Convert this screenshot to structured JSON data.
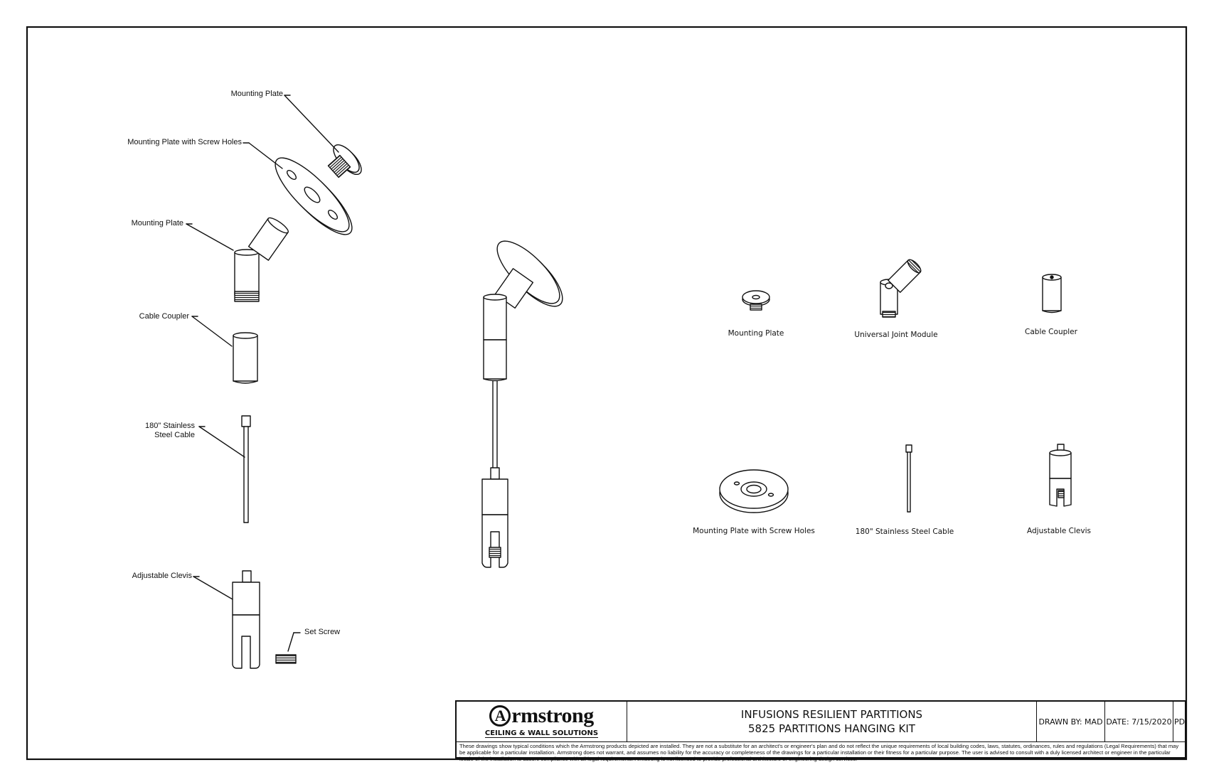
{
  "exploded_labels": {
    "mounting_plate_top": "Mounting Plate",
    "mounting_plate_screw": "Mounting Plate with Screw Holes",
    "mounting_plate_joint": "Mounting Plate",
    "cable_coupler": "Cable Coupler",
    "cable_line1": "180\" Stainless",
    "cable_line2": "Steel Cable",
    "adjustable_clevis": "Adjustable Clevis",
    "set_screw": "Set Screw"
  },
  "parts": [
    {
      "label": "Mounting Plate"
    },
    {
      "label": "Universal Joint Module"
    },
    {
      "label": "Cable Coupler"
    },
    {
      "label": "Mounting Plate with Screw Holes"
    },
    {
      "label": "180\" Stainless Steel Cable"
    },
    {
      "label": "Adjustable Clevis"
    }
  ],
  "title_block": {
    "logo_text": "rmstrong",
    "logo_letter": "A",
    "logo_subtitle": "CEILING & WALL SOLUTIONS",
    "title_line1": "INFUSIONS RESILIENT PARTITIONS",
    "title_line2": "5825 PARTITIONS HANGING KIT",
    "drawn_by": "DRAWN BY: MAD",
    "date": "DATE: 7/15/2020",
    "rev": "PD",
    "disclaimer": "These drawings show typical conditions which the Armstrong products depicted are installed.  They are not a substitute for an architect's or engineer's plan and do not reflect the unique requirements of local building codes, laws, statutes, ordinances, rules and regulations (Legal Requirements) that may be applicable for a particular installation. Armstrong does not warrant, and assumes no liability for the accuracy or completeness of the drawings for a particular installation or their fitness for a particular purpose. The user is advised to consult with a duly licensed architect or engineer in the particular locale of the installation to assure compliance with all legal requirements. Armstrong is not licensed to provide professional architecture or engineering design services."
  }
}
